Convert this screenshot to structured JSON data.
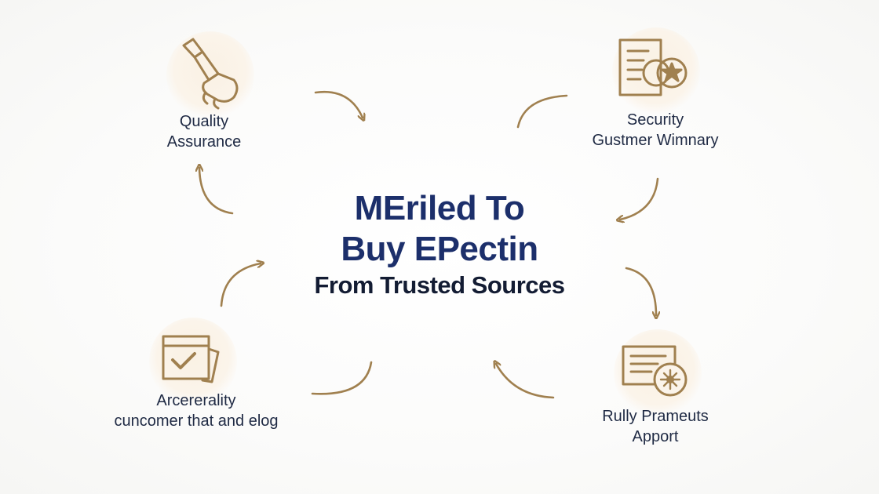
{
  "center": {
    "line1": "MEriled To",
    "line2": "Buy EPectin",
    "line3": "From Trusted Sources"
  },
  "nodes": [
    {
      "id": "quality",
      "icon": "dropper-icon",
      "line1": "Quality",
      "line2": "Assurance"
    },
    {
      "id": "security",
      "icon": "certificate-icon",
      "line1": "Security",
      "line2": "Gustmer Wimnary"
    },
    {
      "id": "arcererality",
      "icon": "checklist-icon",
      "line1": "Arcererality",
      "line2": "cuncomer that and elog"
    },
    {
      "id": "payments",
      "icon": "payment-card-icon",
      "line1": "Rully Prameuts",
      "line2": "Apport"
    }
  ],
  "colors": {
    "accent": "#a0804f",
    "icon_bg": "#faf1e4",
    "title": "#1c2f6b",
    "text": "#1f2a44"
  }
}
